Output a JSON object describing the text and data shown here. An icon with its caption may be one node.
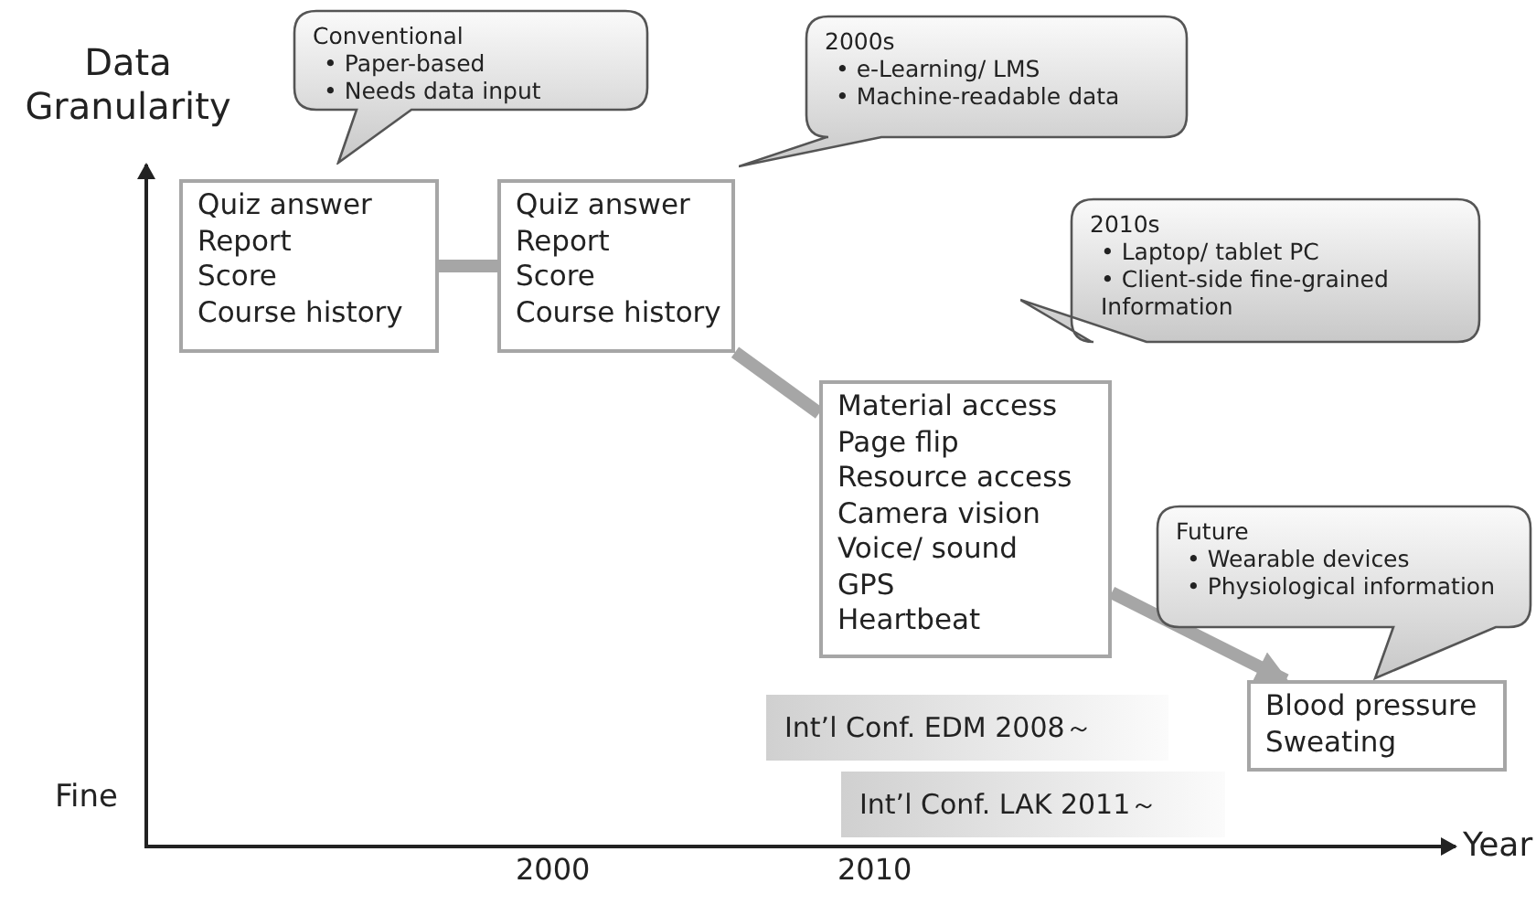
{
  "diagram": {
    "nodes": [
      {
        "text": [
          "Conventional",
          "• Paper-based",
          "• Needs data input"
        ]
      },
      {
        "text": [
          "2000s",
          "• e-Learning/ LMS",
          "• Machine-readable data"
        ]
      },
      {
        "text": [
          "Quiz answer",
          "Report",
          "Score",
          "Course history"
        ]
      },
      {
        "text": [
          "Quiz answer",
          "Report",
          "Score",
          "Course history"
        ]
      },
      {
        "text": [
          "2010s",
          "• Laptop/ tablet PC",
          "• Client-side fine-grained Information"
        ]
      },
      {
        "text": [
          "Material access",
          "Page flip",
          "Resource access",
          "Camera vision",
          "Voice/ sound",
          "GPS",
          "Heartbeat"
        ]
      },
      {
        "text": [
          "Future",
          "• Wearable devices",
          "• Physiological information"
        ]
      },
      {
        "text": [
          "Blood pressure",
          "Sweating"
        ]
      },
      {
        "text": [
          "Int’l Conf. EDM 2008～"
        ]
      },
      {
        "text": [
          "Int’l Conf. LAK 2011～"
        ]
      }
    ],
    "edges": [
      {
        "from": 2,
        "to": 3,
        "arrow": "none"
      },
      {
        "from": 3,
        "to": 5,
        "arrow": "none"
      },
      {
        "from": 5,
        "to": 7,
        "arrow": "to"
      }
    ],
    "labels": [
      "Data Granularity",
      "Fine",
      "Year",
      "2000",
      "2010"
    ]
  }
}
